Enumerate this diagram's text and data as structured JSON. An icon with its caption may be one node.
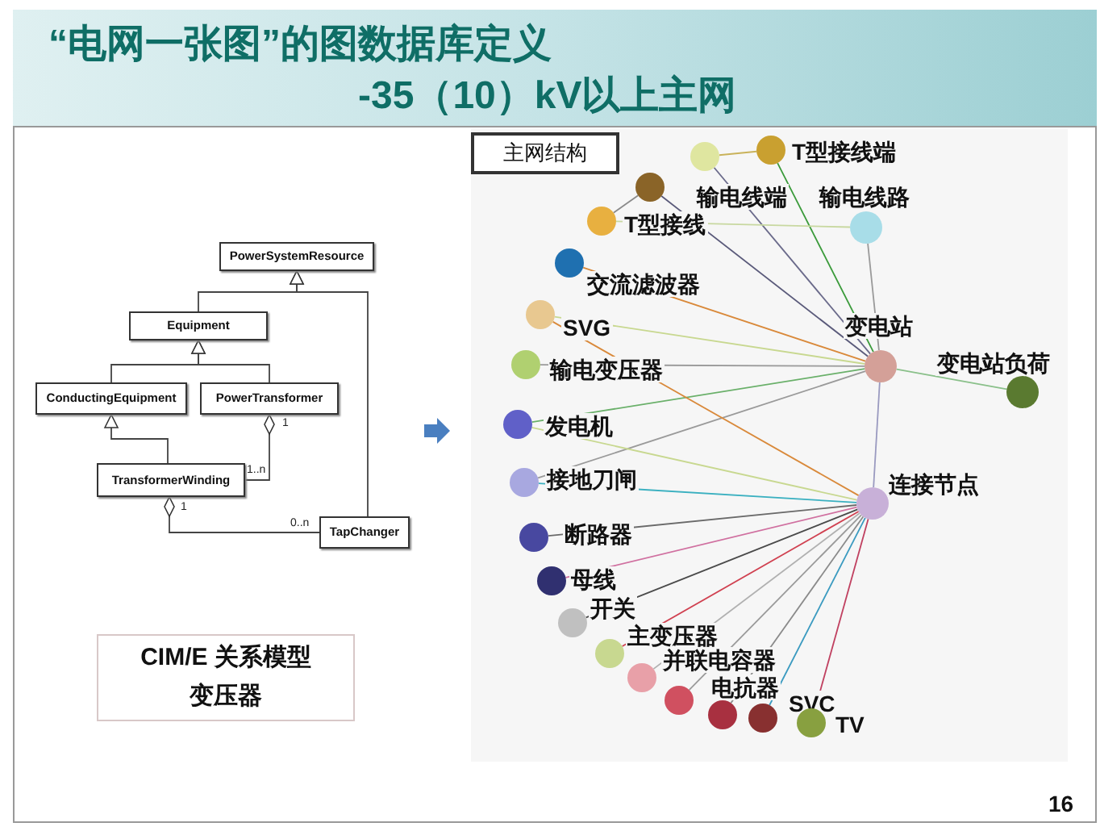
{
  "diagram": {
    "title": "“电网一张图”的图数据库定义",
    "nodes": [
      {
        "text": [
          "PowerSystemResource"
        ]
      },
      {
        "text": [
          "Equipment"
        ]
      },
      {
        "text": [
          "ConductingEquipment"
        ]
      },
      {
        "text": [
          "PowerTransformer"
        ]
      },
      {
        "text": [
          "TransformerWinding"
        ]
      },
      {
        "text": [
          "TapChanger"
        ]
      },
      {
        "text": [
          "CIM/E 关系模型",
          "变压器"
        ]
      },
      {
        "text": [
          "主网结构"
        ]
      },
      {
        "text": [],
        "shape": "circle",
        "beside": [
          "输电线端"
        ]
      },
      {
        "text": [],
        "shape": "circle",
        "beside": [
          "T型接线端"
        ]
      },
      {
        "text": [],
        "shape": "circle"
      },
      {
        "text": [],
        "shape": "circle",
        "beside": [
          "T型接线"
        ]
      },
      {
        "text": [],
        "shape": "circle",
        "beside": [
          "输电线路"
        ]
      },
      {
        "text": [],
        "shape": "circle",
        "beside": [
          "交流滤波器"
        ]
      },
      {
        "text": [],
        "shape": "circle",
        "beside": [
          "SVG"
        ]
      },
      {
        "text": [],
        "shape": "circle",
        "beside": [
          "输电变压器"
        ]
      },
      {
        "text": [],
        "shape": "circle",
        "beside": [
          "变电站"
        ]
      },
      {
        "text": [],
        "shape": "circle",
        "beside": [
          "变电站负荷"
        ]
      },
      {
        "text": [],
        "shape": "circle",
        "beside": [
          "发电机"
        ]
      },
      {
        "text": [],
        "shape": "circle",
        "beside": [
          "接地刀闸"
        ]
      },
      {
        "text": [],
        "shape": "circle",
        "beside": [
          "连接节点"
        ]
      },
      {
        "text": [],
        "shape": "circle",
        "beside": [
          "断路器"
        ]
      },
      {
        "text": [],
        "shape": "circle",
        "beside": [
          "母线"
        ]
      },
      {
        "text": [],
        "shape": "circle",
        "beside": [
          "开关"
        ]
      },
      {
        "text": [],
        "shape": "circle",
        "beside": [
          "主变压器"
        ]
      },
      {
        "text": [],
        "shape": "circle",
        "beside": [
          "并联电容器"
        ]
      },
      {
        "text": [],
        "shape": "circle"
      },
      {
        "text": [],
        "shape": "circle",
        "beside": [
          "电抗器"
        ]
      },
      {
        "text": [],
        "shape": "circle",
        "beside": [
          "SVC"
        ]
      },
      {
        "text": [],
        "shape": "circle",
        "beside": [
          "TV"
        ]
      }
    ],
    "edges": [
      {
        "from": 1,
        "to": 0,
        "arrow": "to"
      },
      {
        "from": 5,
        "to": 0,
        "arrow": "to"
      },
      {
        "from": 2,
        "to": 1,
        "arrow": "to"
      },
      {
        "from": 3,
        "to": 1,
        "arrow": "to"
      },
      {
        "from": 4,
        "to": 2,
        "arrow": "to"
      },
      {
        "from": 3,
        "to": 4,
        "arrow": "other"
      },
      {
        "from": 4,
        "to": 5,
        "arrow": "other"
      },
      {
        "from": 8,
        "to": 9,
        "arrow": "none",
        "color": "#c9b25a"
      },
      {
        "from": 10,
        "to": 11,
        "arrow": "none",
        "color": "#8a8a8a"
      },
      {
        "from": 8,
        "to": 16,
        "arrow": "none",
        "color": "#6a6a8a"
      },
      {
        "from": 9,
        "to": 16,
        "arrow": "none",
        "color": "#3a9a3a"
      },
      {
        "from": 10,
        "to": 16,
        "arrow": "none",
        "color": "#5a5a7a"
      },
      {
        "from": 11,
        "to": 12,
        "arrow": "none",
        "color": "#c8d8a0"
      },
      {
        "from": 12,
        "to": 16,
        "arrow": "none",
        "color": "#9a9a9a"
      },
      {
        "from": 13,
        "to": 16,
        "arrow": "none",
        "color": "#d9893a"
      },
      {
        "from": 14,
        "to": 16,
        "arrow": "none",
        "color": "#c8d890"
      },
      {
        "from": 15,
        "to": 16,
        "arrow": "none",
        "color": "#9a9a9a"
      },
      {
        "from": 18,
        "to": 16,
        "arrow": "none",
        "color": "#6ab06a"
      },
      {
        "from": 19,
        "to": 16,
        "arrow": "none",
        "color": "#9a9a9a"
      },
      {
        "from": 17,
        "to": 16,
        "arrow": "none",
        "color": "#8ac08a"
      },
      {
        "from": 16,
        "to": 20,
        "arrow": "none",
        "color": "#9a9ac0"
      },
      {
        "from": 14,
        "to": 20,
        "arrow": "none",
        "color": "#d9893a"
      },
      {
        "from": 18,
        "to": 20,
        "arrow": "none",
        "color": "#c8d890"
      },
      {
        "from": 19,
        "to": 20,
        "arrow": "none",
        "color": "#3ab0c0"
      },
      {
        "from": 21,
        "to": 20,
        "arrow": "none",
        "color": "#6a6a6a"
      },
      {
        "from": 22,
        "to": 20,
        "arrow": "none",
        "color": "#d070a0"
      },
      {
        "from": 23,
        "to": 20,
        "arrow": "none",
        "color": "#4a4a4a"
      },
      {
        "from": 24,
        "to": 20,
        "arrow": "none",
        "color": "#d04050"
      },
      {
        "from": 25,
        "to": 20,
        "arrow": "none",
        "color": "#b0b0b0"
      },
      {
        "from": 26,
        "to": 20,
        "arrow": "none",
        "color": "#9a9a9a"
      },
      {
        "from": 27,
        "to": 20,
        "arrow": "none",
        "color": "#8a8a8a"
      },
      {
        "from": 28,
        "to": 20,
        "arrow": "none",
        "color": "#3a9ac0"
      },
      {
        "from": 29,
        "to": 20,
        "arrow": "none",
        "color": "#c04060"
      }
    ],
    "labels": [
      "-35（10）kV以上主网",
      "1",
      "1..n",
      "1",
      "0..n",
      "16"
    ]
  }
}
